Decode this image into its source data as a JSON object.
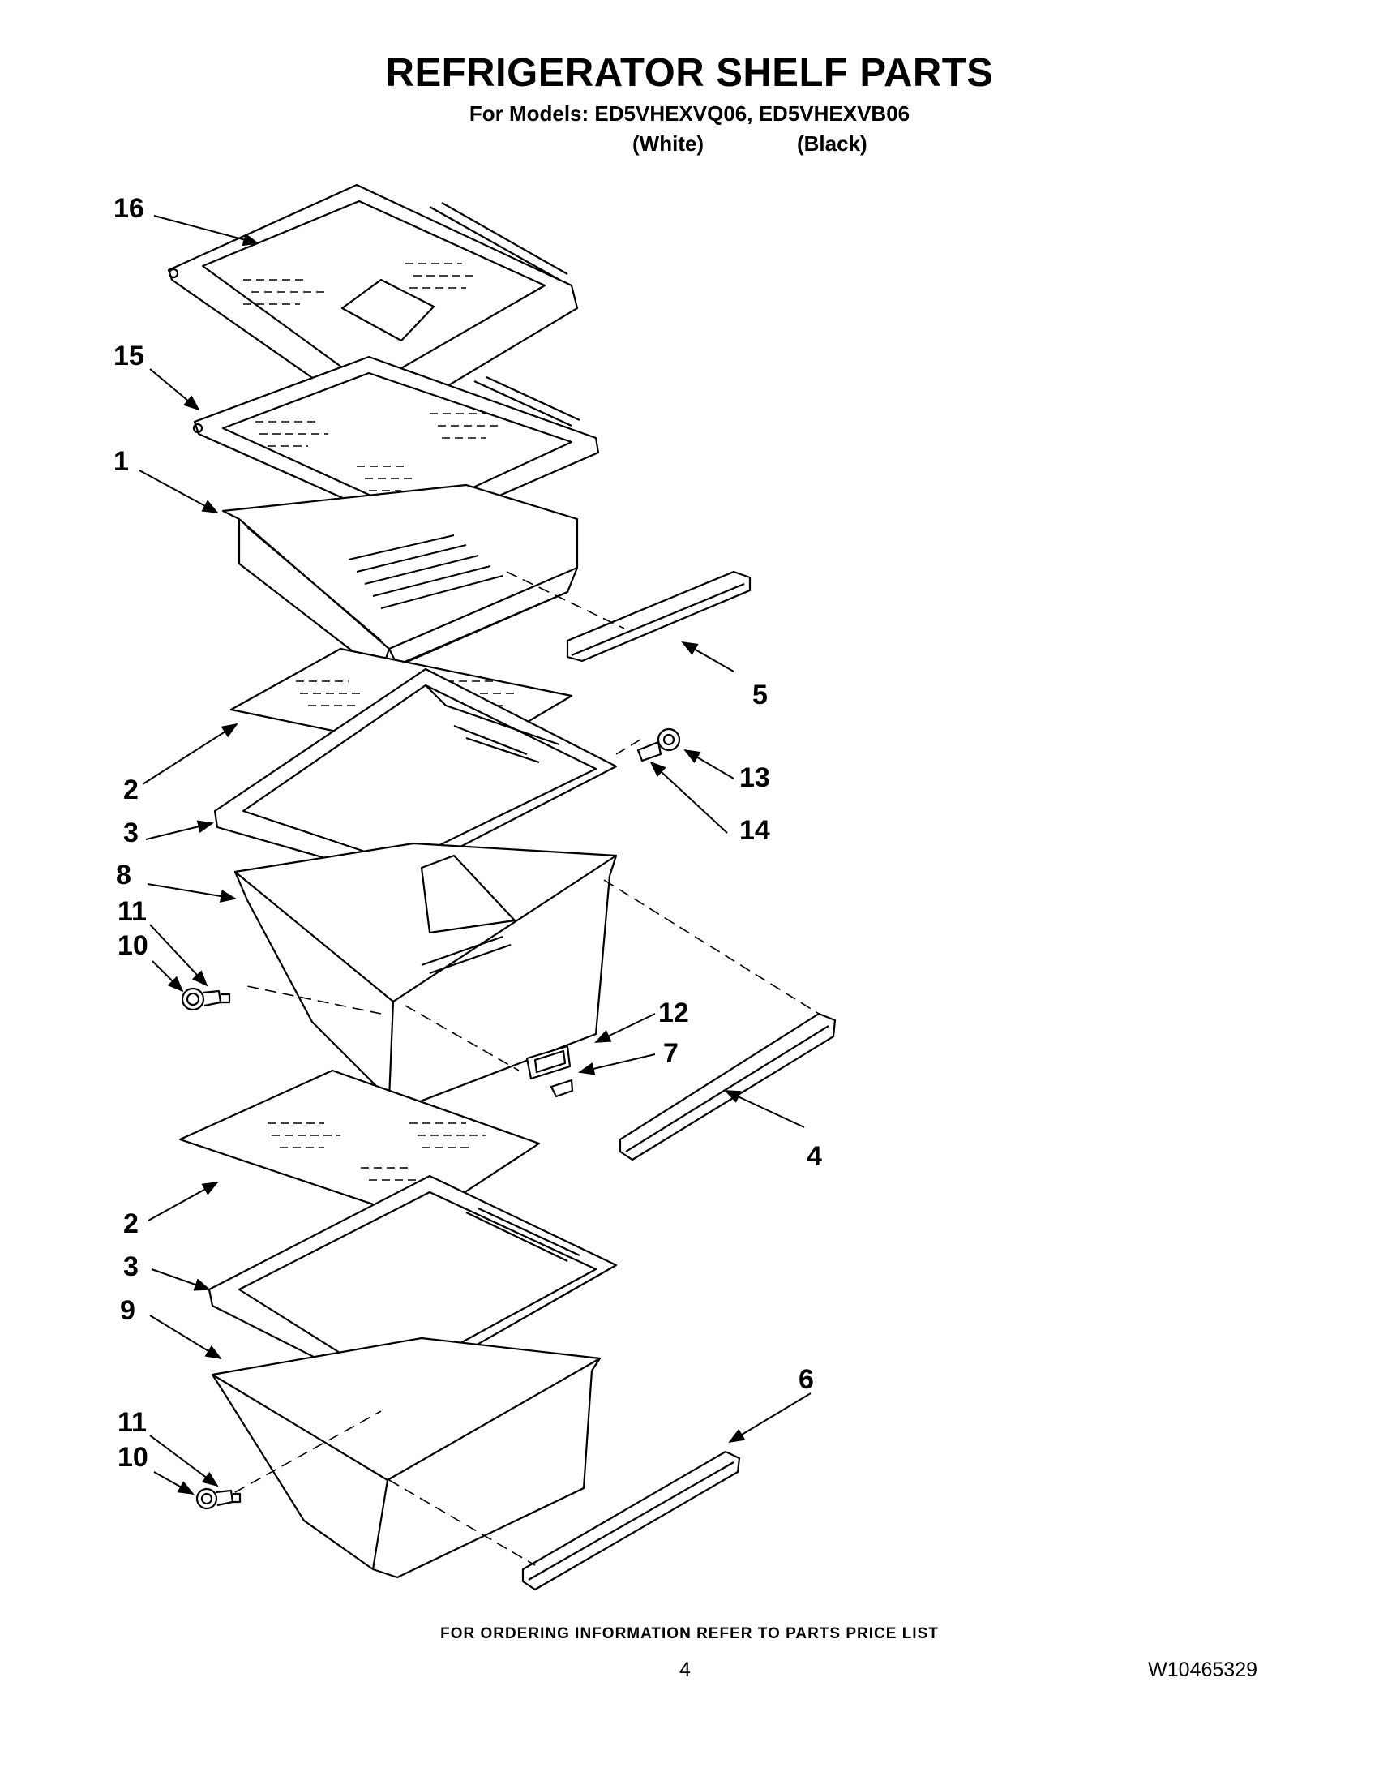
{
  "header": {
    "title": "REFRIGERATOR SHELF PARTS",
    "subtitle": "For Models: ED5VHEXVQ06, ED5VHEXVB06",
    "variant_white": "(White)",
    "variant_black": "(Black)"
  },
  "callouts": [
    "16",
    "15",
    "1",
    "5",
    "2",
    "13",
    "3",
    "14",
    "8",
    "11",
    "10",
    "12",
    "7",
    "4",
    "2",
    "3",
    "9",
    "6",
    "11",
    "10"
  ],
  "footer": {
    "note": "FOR ORDERING INFORMATION REFER TO PARTS PRICE LIST",
    "page": "4",
    "doc_number": "W10465329"
  }
}
